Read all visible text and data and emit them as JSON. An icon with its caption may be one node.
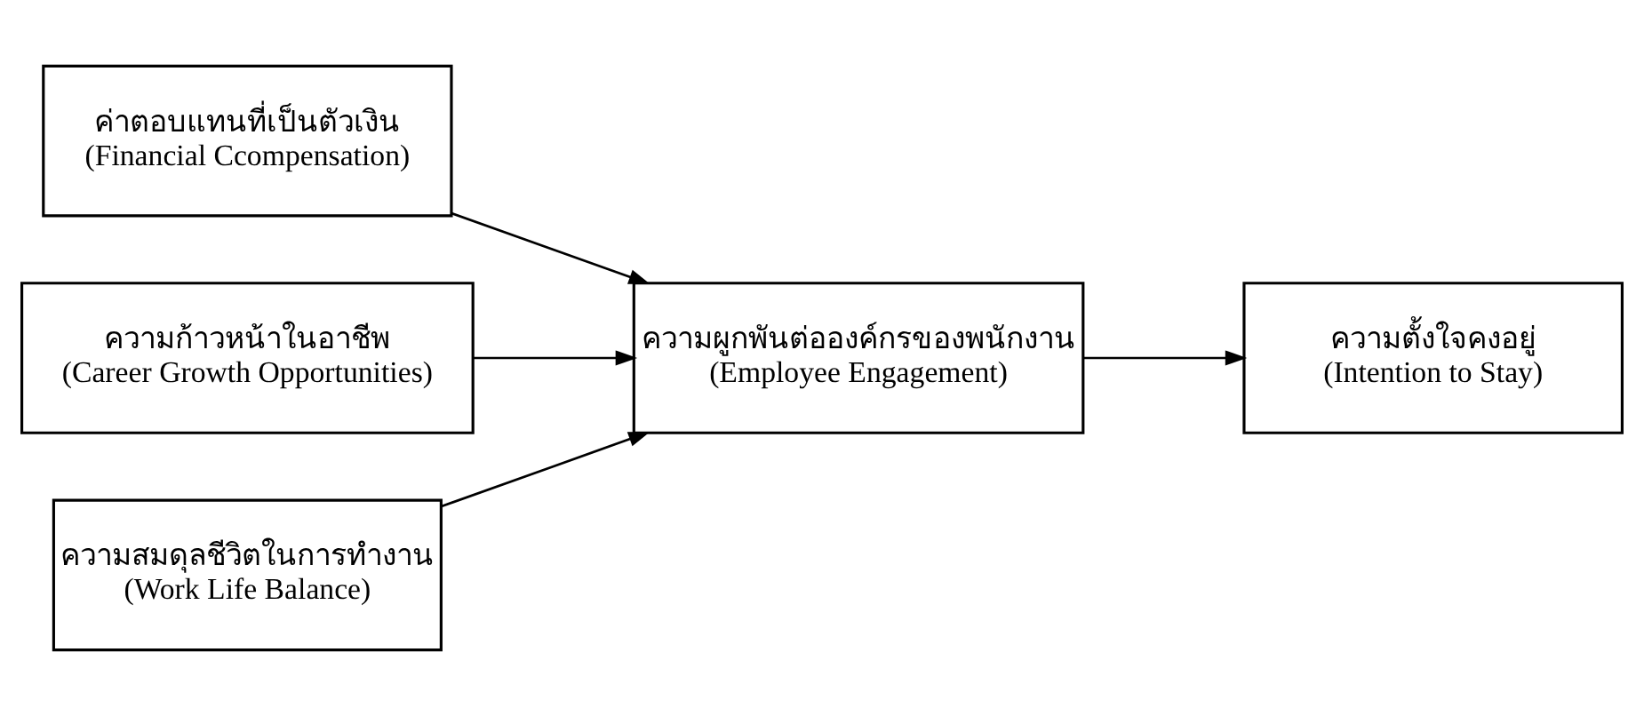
{
  "diagram": {
    "nodes": [
      {
        "text": [
          "ค่าตอบแทนที่เป็นตัวเงิน",
          "(Financial Ccompensation)"
        ]
      },
      {
        "text": [
          "ความก้าวหน้าในอาชีพ",
          "(Career Growth Opportunities)"
        ]
      },
      {
        "text": [
          "ความสมดุลชีวิตในการทำงาน",
          "(Work Life Balance)"
        ]
      },
      {
        "text": [
          "ความผูกพันต่อองค์กรของพนักงาน",
          "(Employee Engagement)"
        ]
      },
      {
        "text": [
          "ความตั้งใจคงอยู่",
          "(Intention to Stay)"
        ]
      }
    ],
    "edges": [
      {
        "from": 0,
        "to": 3,
        "arrow": "to"
      },
      {
        "from": 1,
        "to": 3,
        "arrow": "to"
      },
      {
        "from": 2,
        "to": 3,
        "arrow": "to"
      },
      {
        "from": 3,
        "to": 4,
        "arrow": "to"
      }
    ]
  }
}
